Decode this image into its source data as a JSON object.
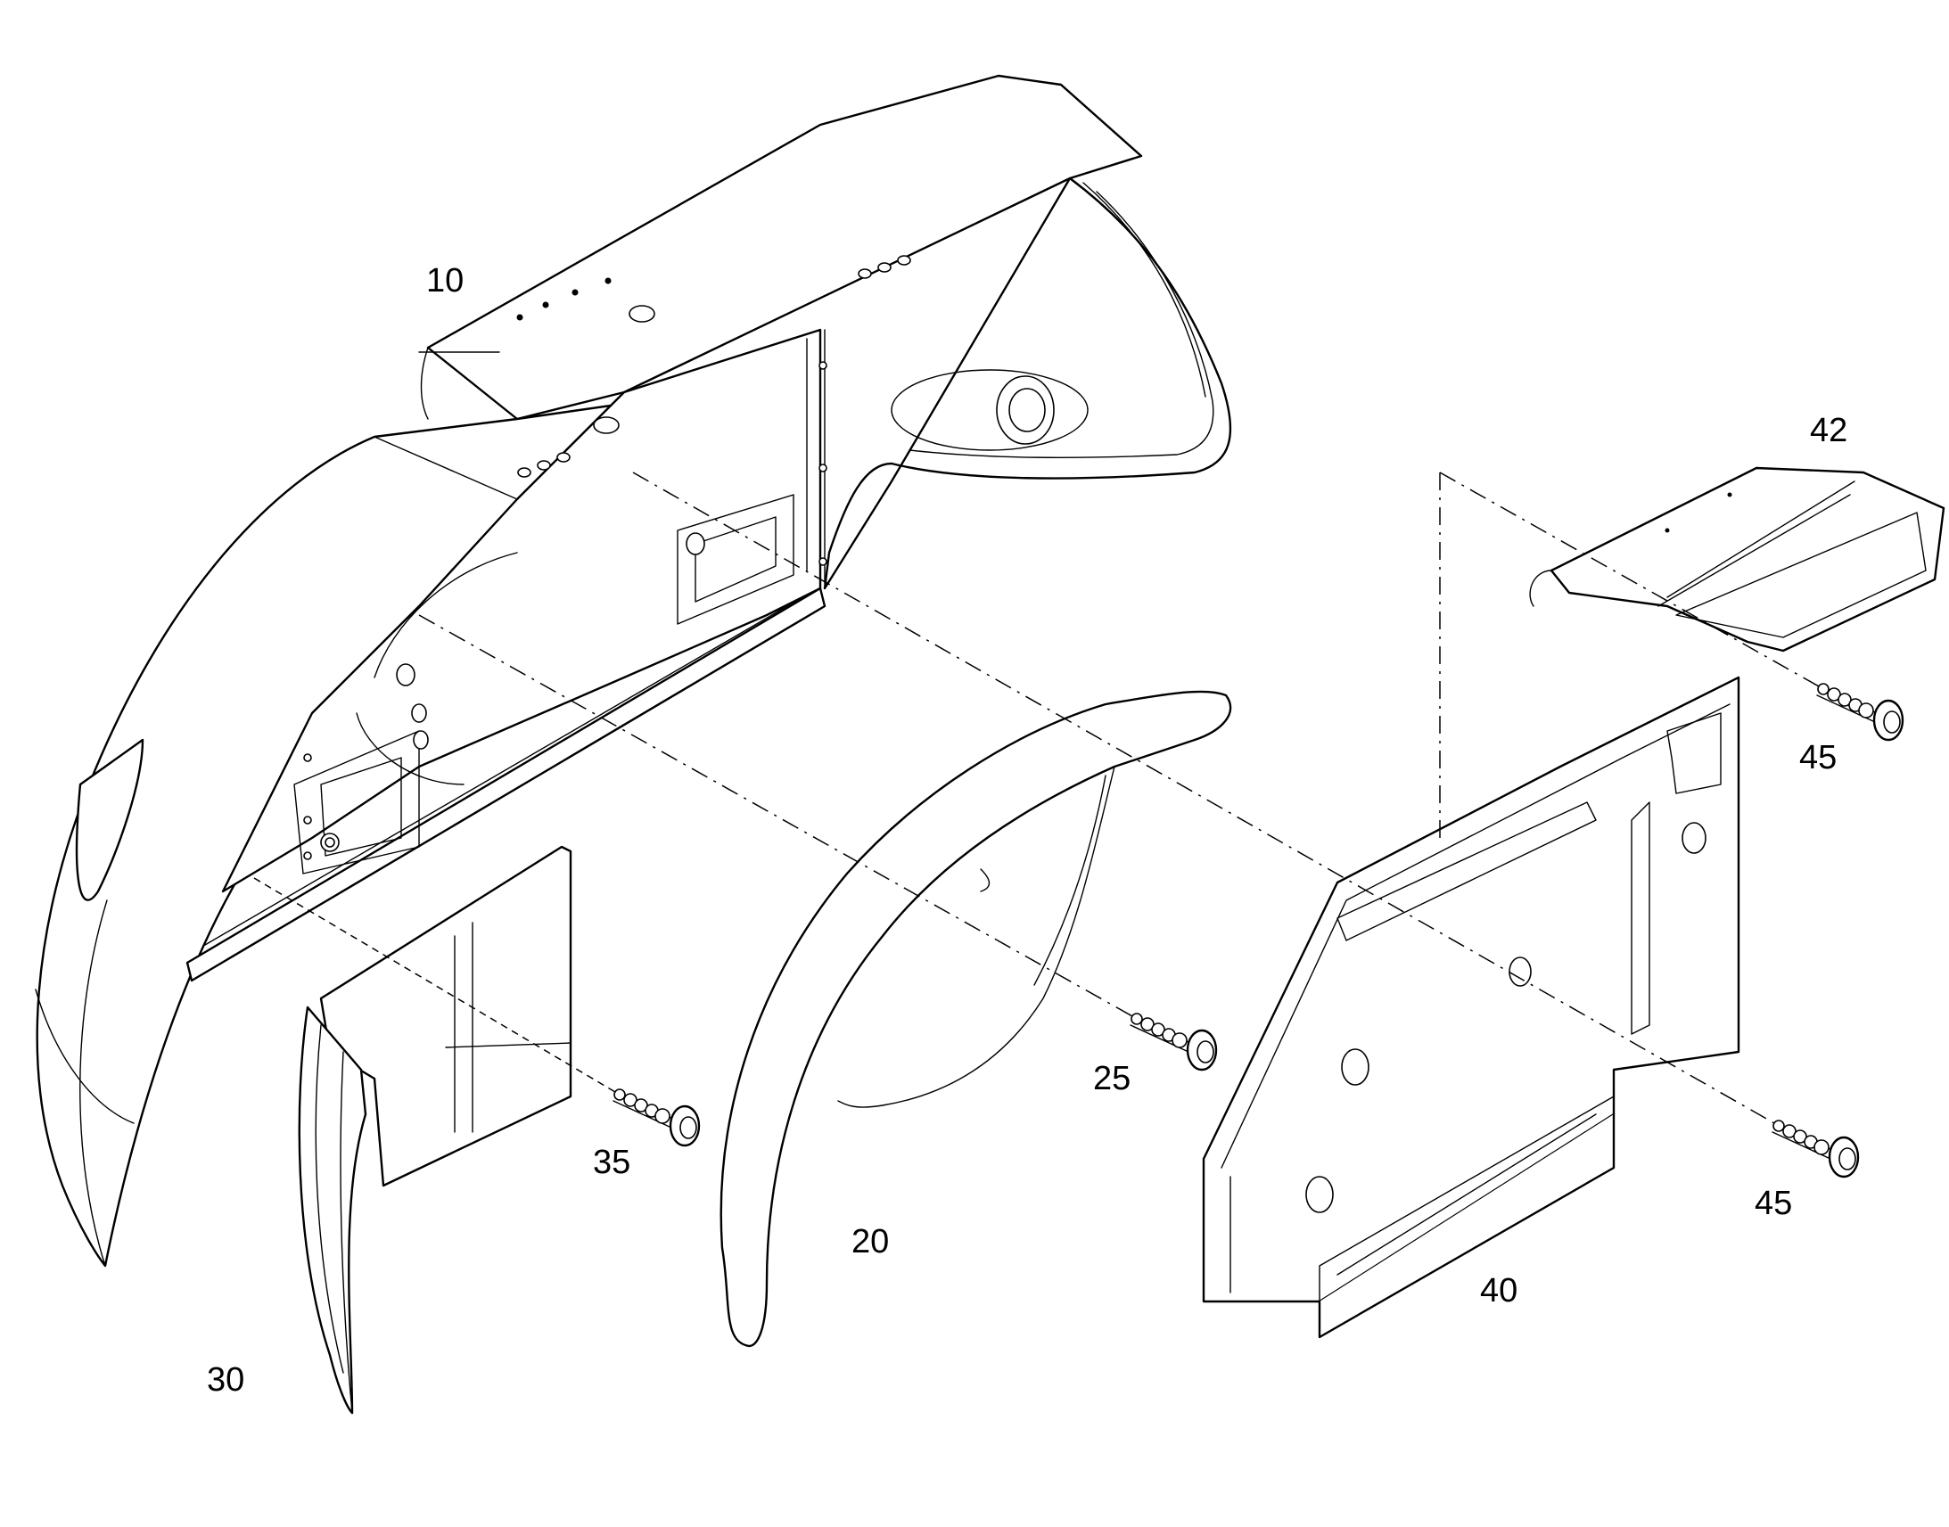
{
  "callouts": {
    "c10": "10",
    "c20": "20",
    "c25": "25",
    "c30": "30",
    "c35": "35",
    "c40": "40",
    "c42": "42",
    "c45a": "45",
    "c45b": "45"
  },
  "colors": {
    "line": "#000000",
    "background": "#ffffff"
  }
}
